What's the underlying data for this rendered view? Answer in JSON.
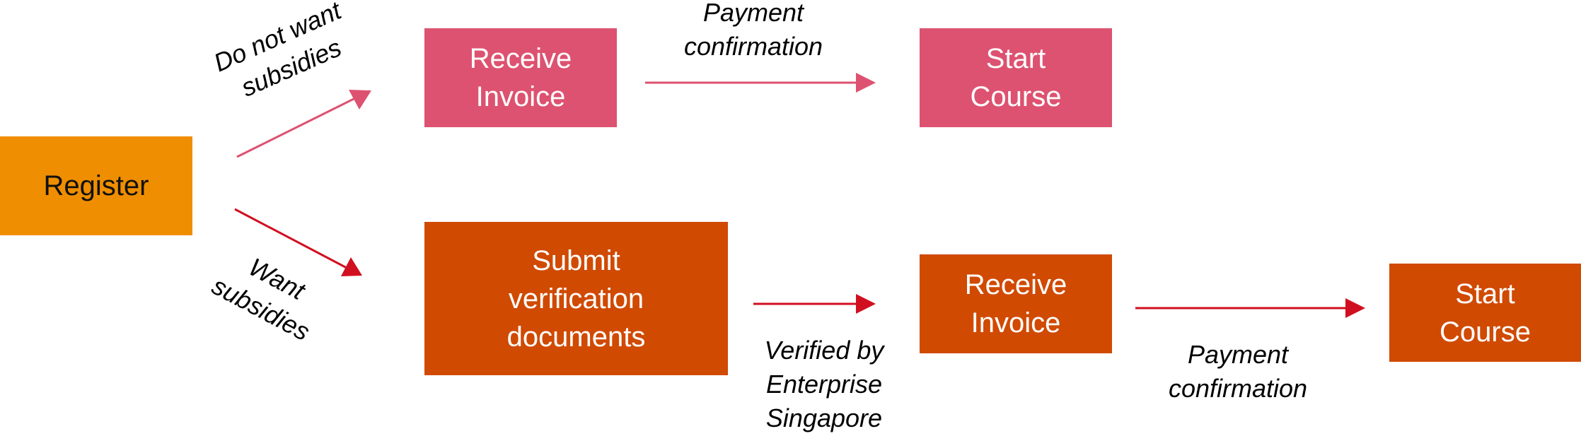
{
  "colors": {
    "register": "#ef8e00",
    "top_path": "#dd5270",
    "bottom_path": "#d04a02",
    "bottom_arrow": "#d01020"
  },
  "nodes": {
    "register": "Register",
    "top_receive_invoice": "Receive\nInvoice",
    "top_start_course": "Start\nCourse",
    "submit_verification": "Submit\nverification\ndocuments",
    "bottom_receive_invoice": "Receive\nInvoice",
    "bottom_start_course": "Start\nCourse"
  },
  "edge_labels": {
    "do_not_want_subsidies": "Do not want\nsubsidies",
    "want_subsidies": "Want\nsubsidies",
    "top_payment_confirmation": "Payment\nconfirmation",
    "verified_by": "Verified by\nEnterprise\nSingapore",
    "bottom_payment_confirmation": "Payment\nconfirmation"
  }
}
